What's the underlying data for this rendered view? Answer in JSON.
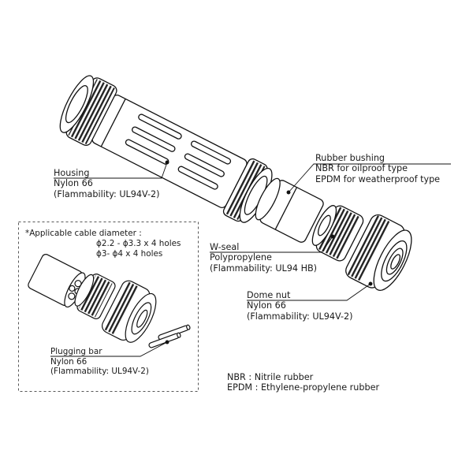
{
  "housing": {
    "name": "Housing",
    "material": "Nylon 66",
    "flammability": "(Flammability: UL94V-2)"
  },
  "rubber_bushing": {
    "name": "Rubber bushing",
    "line1": "NBR for oilproof type",
    "line2": "EPDM for weatherproof type"
  },
  "w_seal": {
    "name": "W-seal",
    "material": "Polypropylene",
    "flammability": "(Flammability: UL94 HB)"
  },
  "dome_nut": {
    "name": "Dome nut",
    "material": "Nylon 66",
    "flammability": "(Flammability: UL94V-2)"
  },
  "inset": {
    "cable_title": "*Applicable cable diameter :",
    "cable_line1": "ϕ2.2 - ϕ3.3 x 4 holes",
    "cable_line2": "ϕ3- ϕ4 x 4 holes",
    "plugging_bar": {
      "name": "Plugging bar",
      "material": "Nylon 66",
      "flammability": "(Flammability: UL94V-2)"
    }
  },
  "legend": {
    "nbr": "NBR : Nitrile rubber",
    "epdm": "EPDM : Ethylene-propylene rubber"
  }
}
